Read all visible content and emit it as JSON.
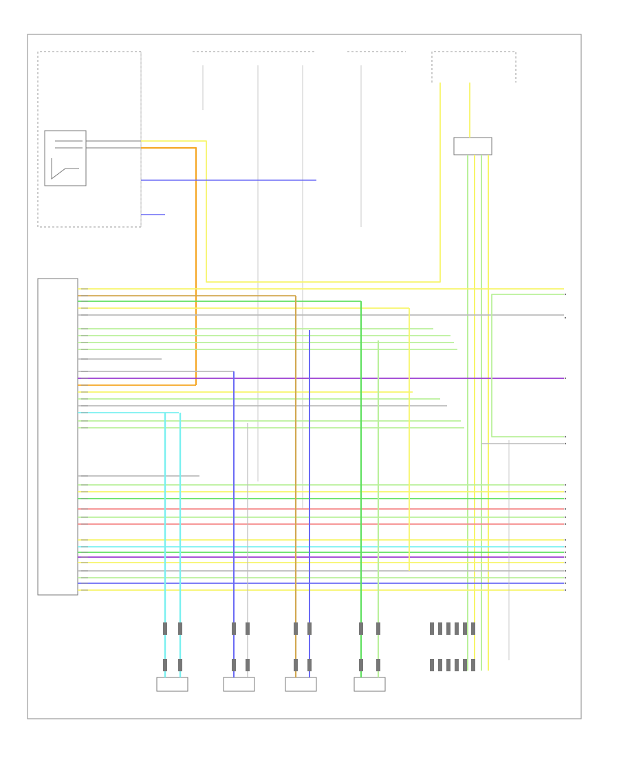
{
  "diagram": {
    "footer_code": "",
    "colors": {
      "frame": "#999999",
      "text": "#555555",
      "orange": "#f5a623",
      "yellow": "#f7f56a",
      "blue": "#6a6af5",
      "green": "#5fe05f",
      "light_green": "#b9f09a",
      "red": "#f58a8a",
      "purple": "#9a3ad0",
      "cyan": "#7af0f0",
      "gray": "#bbbbbb",
      "tan": "#d2a850"
    },
    "components": [
      {
        "id": "fuse_box_left",
        "label": ""
      },
      {
        "id": "fuse_box_mid",
        "label": ""
      },
      {
        "id": "fuse_box_right",
        "label": ""
      },
      {
        "id": "relay_box",
        "label": ""
      },
      {
        "id": "control_unit",
        "label": ""
      },
      {
        "id": "connector_block",
        "label": ""
      },
      {
        "id": "sensor_lf",
        "label": ""
      },
      {
        "id": "sensor_rf",
        "label": ""
      },
      {
        "id": "sensor_lr",
        "label": ""
      },
      {
        "id": "sensor_rr",
        "label": ""
      },
      {
        "id": "modulator_unit",
        "label": ""
      },
      {
        "id": "ground_point",
        "label": ""
      }
    ]
  }
}
